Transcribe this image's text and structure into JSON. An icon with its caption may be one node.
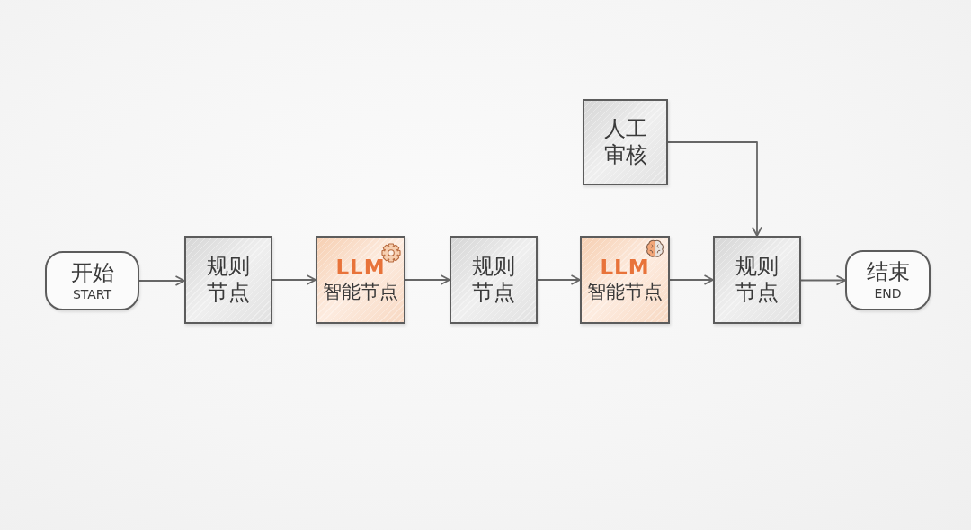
{
  "diagram": {
    "nodes": [
      {
        "text": [
          "开始",
          "START"
        ]
      },
      {
        "text": [
          "规则节点"
        ]
      },
      {
        "text": [
          "LLM",
          "智能节点"
        ]
      },
      {
        "text": [
          "规则节点"
        ]
      },
      {
        "text": [
          "LLM",
          "智能节点"
        ]
      },
      {
        "text": [
          "人工审核"
        ]
      },
      {
        "text": [
          "规则节点"
        ]
      },
      {
        "text": [
          "结束",
          "END"
        ]
      }
    ],
    "edges": [
      {
        "from": 0,
        "to": 1,
        "arrow": "to"
      },
      {
        "from": 1,
        "to": 2,
        "arrow": "to"
      },
      {
        "from": 2,
        "to": 3,
        "arrow": "to"
      },
      {
        "from": 3,
        "to": 4,
        "arrow": "to"
      },
      {
        "from": 4,
        "to": 6,
        "arrow": "to"
      },
      {
        "from": 5,
        "to": 6,
        "arrow": "to"
      },
      {
        "from": 6,
        "to": 7,
        "arrow": "to"
      }
    ]
  }
}
